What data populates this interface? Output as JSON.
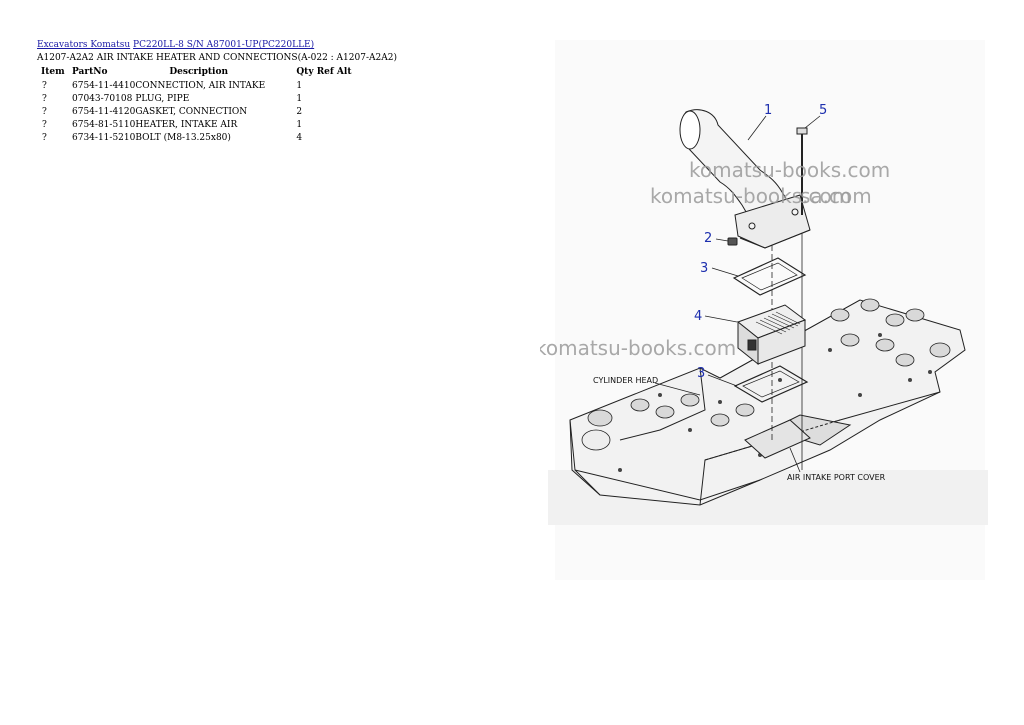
{
  "breadcrumb": {
    "link1": "Excavators Komatsu",
    "link2": "PC220LL-8 S/N A87001-UP(PC220LLE)"
  },
  "page_title": "A1207-A2A2 AIR INTAKE HEATER AND CONNECTIONS(A-022 : A1207-A2A2)",
  "table": {
    "headers": {
      "item": "Item",
      "partno": "PartNo",
      "description": "Description",
      "qty": "Qty Ref Alt"
    },
    "rows": [
      {
        "item": "?",
        "partno": "6754-11-4410",
        "description": "CONNECTION, AIR INTAKE",
        "qty": "1"
      },
      {
        "item": "?",
        "partno": "07043-70108",
        "description": "PLUG, PIPE",
        "qty": "1"
      },
      {
        "item": "?",
        "partno": "6754-11-4120",
        "description": "GASKET, CONNECTION",
        "qty": "2"
      },
      {
        "item": "?",
        "partno": "6754-81-5110",
        "description": "HEATER, INTAKE AIR",
        "qty": "1"
      },
      {
        "item": "?",
        "partno": "6734-11-5210",
        "description": "BOLT (M8-13.25x80)",
        "qty": "4"
      }
    ]
  },
  "diagram": {
    "callouts": [
      "1",
      "2",
      "3",
      "4",
      "3",
      "5"
    ],
    "labels": {
      "cylinder_head": "CYLINDER HEAD",
      "port_cover": "AIR INTAKE PORT COVER"
    },
    "watermarks": [
      "komatsu-books.com",
      "komatsu-books.com",
      "komatsu-books.com"
    ]
  }
}
